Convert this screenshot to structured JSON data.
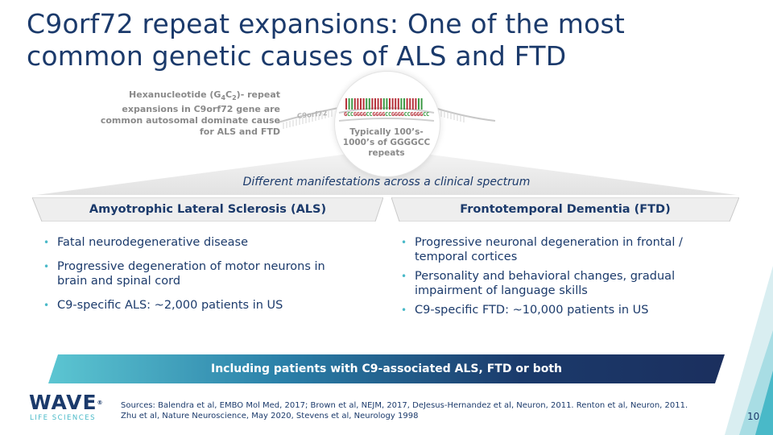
{
  "slide": {
    "title_line1": "C9orf72 repeat expansions: One of the most",
    "title_line2": "common genetic causes of ALS and FTD",
    "page_number": "10"
  },
  "gene_graphic": {
    "description_part1": "Hexanucleotide (G",
    "sub1": "4",
    "description_part2": "C",
    "sub2": "2",
    "description_part3": ")- repeat expansions in C9orf72 gene are common autosomal dominate cause for ALS and FTD",
    "gene_label": "C9orf72",
    "sequence": [
      "GCC",
      "GGGG",
      "CC",
      "GGGG",
      "CC",
      "GGGG",
      "CC",
      "GGGG",
      "CC"
    ],
    "repeat_note": "Typically 100’s-1000’s of GGGGCC repeats"
  },
  "spectrum": {
    "subtitle": "Different manifestations across a clinical spectrum"
  },
  "columns": [
    {
      "header": "Amyotrophic Lateral Sclerosis (ALS)",
      "bullets": [
        "Fatal neurodegenerative disease",
        "Progressive degeneration of motor neurons in brain and spinal cord",
        "C9-specific ALS: ~2,000 patients in US"
      ]
    },
    {
      "header": "Frontotemporal Dementia (FTD)",
      "bullets": [
        "Progressive neuronal degeneration in frontal / temporal cortices",
        "Personality and behavioral changes, gradual impairment of language skills",
        "C9-specific FTD: ~10,000 patients in US"
      ]
    }
  ],
  "banner": {
    "text": "Including patients with C9-associated ALS, FTD or both"
  },
  "footer": {
    "logo_main": "WAVE",
    "logo_tm": "®",
    "logo_sub": "LIFE SCIENCES",
    "sources": "Sources: Balendra et al, EMBO Mol Med, 2017; Brown et al, NEJM, 2017, DeJesus-Hernandez et al, Neuron,  2011.  Renton et al, Neuron, 2011. Zhu et al, Nature Neuroscience, May 2020, Stevens et al, Neurology 1998"
  },
  "colors": {
    "navy": "#1b3a6b",
    "teal": "#49b9c8",
    "gray_text": "#8a8a8a",
    "header_fill": "#eeeeee",
    "repeat_red": "#b6323b",
    "repeat_green": "#3d9a45"
  }
}
